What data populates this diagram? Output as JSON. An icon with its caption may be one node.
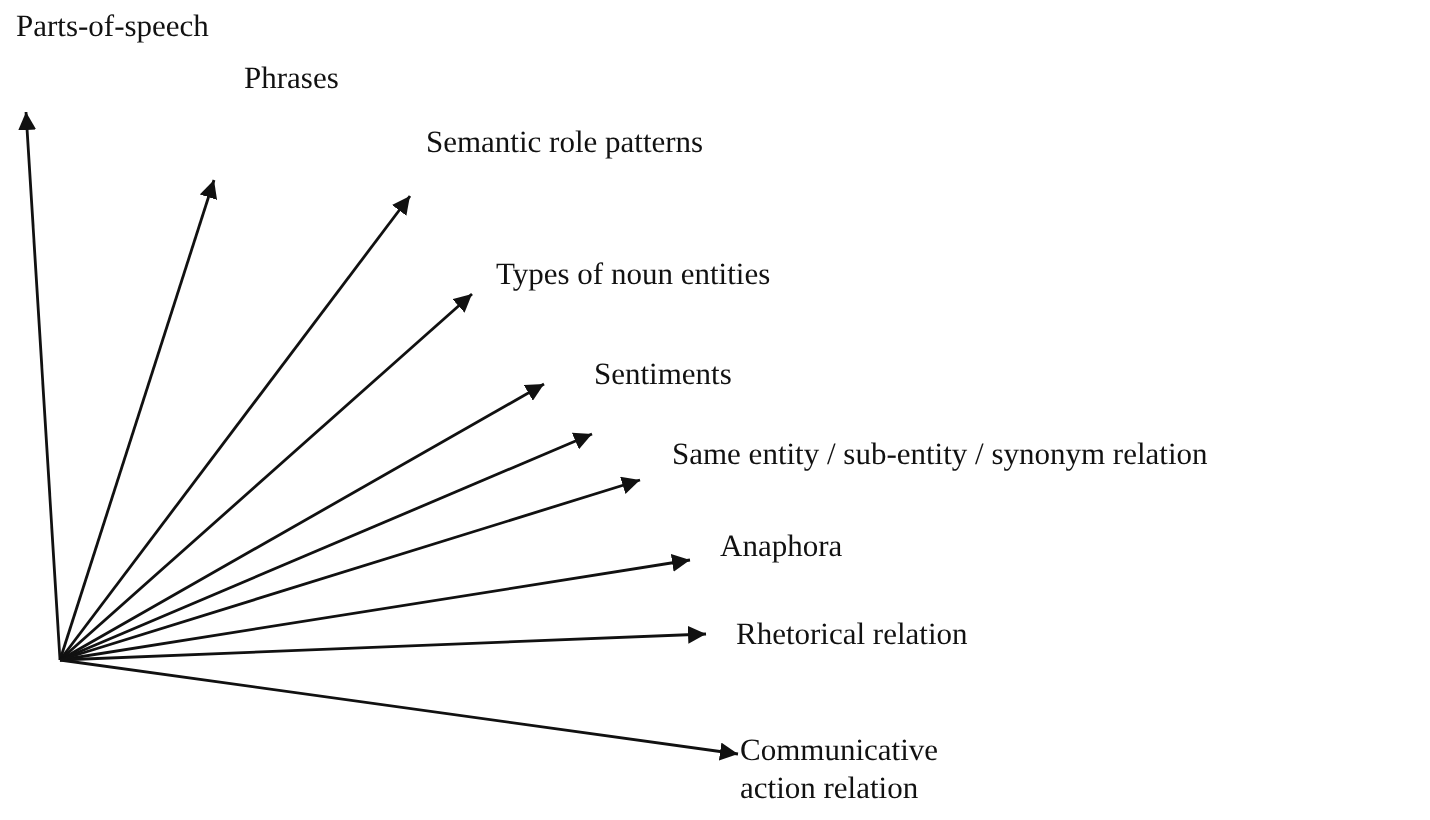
{
  "diagram": {
    "nodes": [
      {
        "text": [
          "Parts-of-speech"
        ]
      },
      {
        "text": [
          "Phrases"
        ]
      },
      {
        "text": [
          "Semantic role patterns"
        ]
      },
      {
        "text": [
          "Types of noun entities"
        ]
      },
      {
        "text": [
          "Sentiments"
        ]
      },
      {
        "text": [
          "Same entity / sub-entity / synonym relation"
        ]
      },
      {
        "text": [
          "Anaphora"
        ]
      },
      {
        "text": [
          "Rhetorical relation"
        ]
      },
      {
        "text": [
          "Communicative action relation"
        ]
      }
    ],
    "edges": [
      {
        "from": null,
        "to": 0,
        "arrow": "to"
      },
      {
        "from": null,
        "to": 1,
        "arrow": "to"
      },
      {
        "from": null,
        "to": 2,
        "arrow": "to"
      },
      {
        "from": null,
        "to": 3,
        "arrow": "to"
      },
      {
        "from": null,
        "to": 4,
        "arrow": "to"
      },
      {
        "from": null,
        "to": 5,
        "arrow": "to"
      },
      {
        "from": null,
        "to": 5,
        "arrow": "to"
      },
      {
        "from": null,
        "to": 6,
        "arrow": "to"
      },
      {
        "from": null,
        "to": 7,
        "arrow": "to"
      },
      {
        "from": null,
        "to": 8,
        "arrow": "to"
      }
    ]
  }
}
